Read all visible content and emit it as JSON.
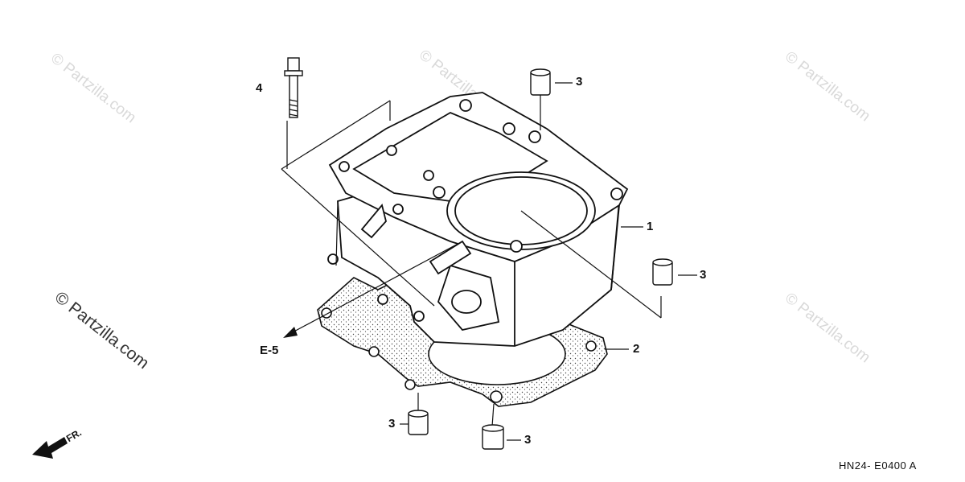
{
  "watermarks": {
    "text": "© Partzilla.com"
  },
  "callouts": [
    {
      "id": "1",
      "label": "1"
    },
    {
      "id": "2",
      "label": "2"
    },
    {
      "id": "3",
      "label": "3"
    },
    {
      "id": "4",
      "label": "4"
    }
  ],
  "reference": {
    "label": "E-5"
  },
  "direction": {
    "label": "FR."
  },
  "diagram_code": {
    "label": "HN24- E0400 A"
  }
}
